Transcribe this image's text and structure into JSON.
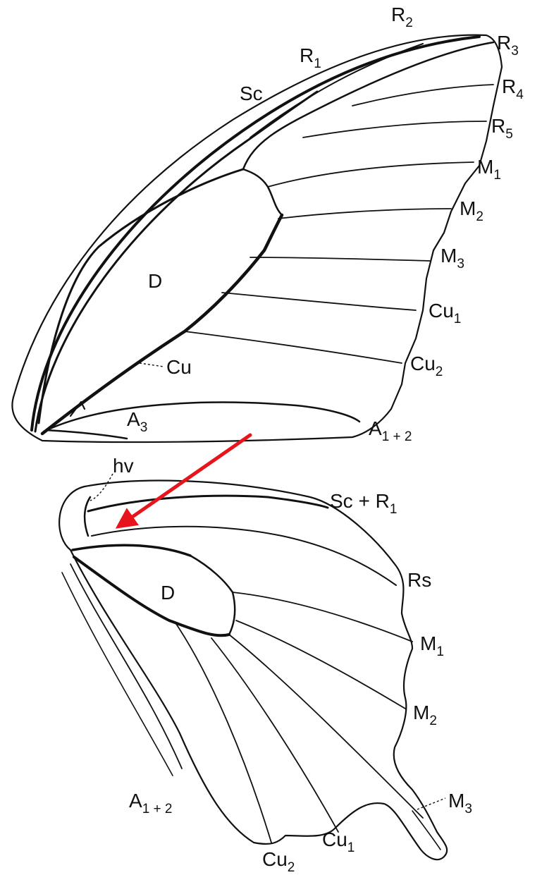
{
  "labels": {
    "forewing": {
      "sc": "Sc",
      "r1": "R",
      "r1_sub": "1",
      "r2": "R",
      "r2_sub": "2",
      "r3": "R",
      "r3_sub": "3",
      "r4": "R",
      "r4_sub": "4",
      "r5": "R",
      "r5_sub": "5",
      "m1": "M",
      "m1_sub": "1",
      "m2": "M",
      "m2_sub": "2",
      "m3": "M",
      "m3_sub": "3",
      "cu1": "Cu",
      "cu1_sub": "1",
      "cu2": "Cu",
      "cu2_sub": "2",
      "cu": "Cu",
      "d": "D",
      "a3": "A",
      "a3_sub": "3",
      "a12": "A",
      "a12_sub": "1 + 2"
    },
    "hindwing": {
      "hv": "hv",
      "scr1": "Sc + R",
      "scr1_sub": "1",
      "rs": "Rs",
      "d": "D",
      "m1": "M",
      "m1_sub": "1",
      "m2": "M",
      "m2_sub": "2",
      "m3": "M",
      "m3_sub": "3",
      "a12": "A",
      "a12_sub": "1 + 2",
      "cu1": "Cu",
      "cu1_sub": "1",
      "cu2": "Cu",
      "cu2_sub": "2"
    }
  },
  "colors": {
    "ink": "#111111",
    "arrow": "#e8141b",
    "background": "#ffffff"
  }
}
